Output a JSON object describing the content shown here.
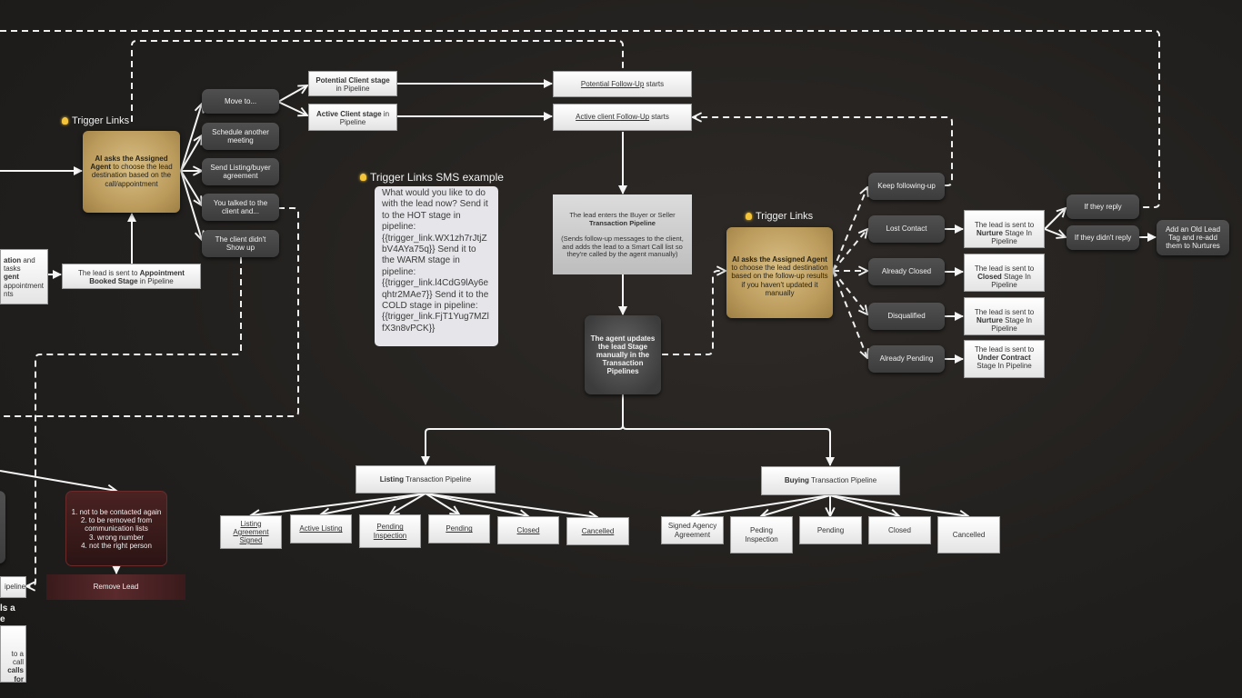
{
  "labels": {
    "trigger_links_1": "Trigger Links",
    "trigger_links_sms": "Trigger Links SMS example",
    "trigger_links_2": "Trigger Links"
  },
  "nodes": {
    "ai_agent_1": {
      "bold": "AI asks the Assigned Agent",
      "rest": " to choose the lead destination based on the call/appointment"
    },
    "move_to": "Move to...",
    "schedule_meeting": "Schedule another meeting",
    "send_listing": "Send Listing/buyer agreement",
    "talked_client": "You talked to the client and...",
    "client_no_show": "The client didn't Show up",
    "potential_client_stage": {
      "bold": "Potential Client stage",
      "rest": " in Pipeline"
    },
    "active_client_stage": {
      "bold": "Active Client stage",
      "rest": " in Pipeline"
    },
    "potential_followup": {
      "u": "Potential Follow-Up",
      "rest": " starts"
    },
    "active_followup": {
      "u": "Active client Follow-Up",
      "rest": " starts"
    },
    "appointment_booked": {
      "a": "The lead is sent to ",
      "bold": "Appointment Booked Stage",
      "b": " in Pipeline"
    },
    "left_partial_1a": {
      "bold": "ation",
      "rest": " and tasks"
    },
    "left_partial_1b": "gent",
    "left_partial_1c": "appointment",
    "left_partial_1d": "nts",
    "transaction_entry": {
      "a": "The lead enters the Buyer or Seller",
      "bold": "Transaction Pipeline",
      "b": "(Sends follow-up messages to the client, and adds the lead to a Smart Call list so they're called by the agent manually)"
    },
    "agent_updates": "The agent updates the lead Stage manually in the Transaction Pipelines",
    "ai_agent_2": {
      "bold": "AI asks the Assigned Agent",
      "rest": " to choose the lead destination based on the follow-up results if you haven't updated it manually"
    },
    "keep_following": "Keep following-up",
    "lost_contact": "Lost Contact",
    "already_closed": "Already Closed",
    "disqualified": "Disqualified",
    "already_pending": "Already Pending",
    "nurture_1": {
      "a": "The lead is sent to ",
      "bold": "Nurture",
      "b": " Stage In Pipeline"
    },
    "closed_stage": {
      "a": "The lead is sent to ",
      "bold": "Closed",
      "b": " Stage In Pipeline"
    },
    "nurture_2": {
      "a": "The lead is sent to ",
      "bold": "Nurture",
      "b": " Stage In Pipeline"
    },
    "under_contract": {
      "a": "The lead is sent to ",
      "bold": "Under Contract",
      "b": " Stage In Pipeline"
    },
    "if_reply": "If they reply",
    "if_no_reply": "If they didn't reply",
    "old_lead_tag": "Add an Old Lead Tag and re-add them to Nurtures",
    "listing_pipeline": {
      "bold": "Listing",
      "rest": " Transaction Pipeline"
    },
    "buying_pipeline": {
      "bold": "Buying",
      "rest": " Transaction Pipeline"
    },
    "listing_stages": [
      "Listing Agreement Signed",
      "Active Listing",
      "Pending Inspection",
      "Pending",
      "Closed",
      "Cancelled"
    ],
    "buying_stages": [
      "Signed Agency Agreement",
      "Peding Inspection",
      "Pending",
      "Closed",
      "Cancelled"
    ],
    "dnc_reasons": [
      "1. not to be contacted again",
      "2. to be removed from communication lists",
      "3. wrong number",
      "4. not the right person"
    ],
    "remove_lead": "Remove Lead",
    "left_partial_2": "ipeline",
    "left_partial_3a": "ls a",
    "left_partial_3b": "e",
    "left_partial_4a": "to a call",
    "left_partial_4b": "calls for"
  },
  "sms_text": "What would you like to do with the lead now? Send it to the HOT stage in pipeline: {{trigger_link.WX1zh7rJtjZbV4AYa75q}} Send it to the WARM stage in pipeline: {{trigger_link.l4CdG9lAy6eqhtr2MAe7}} Send it to the COLD stage in pipeline: {{trigger_link.FjT1Yug7MZlfX3n8vPCK}}",
  "colors": {
    "connector": "#f5f5f5",
    "gold": "#c4a468",
    "dark_node": "#474747",
    "bulb": "#f4c53b"
  }
}
